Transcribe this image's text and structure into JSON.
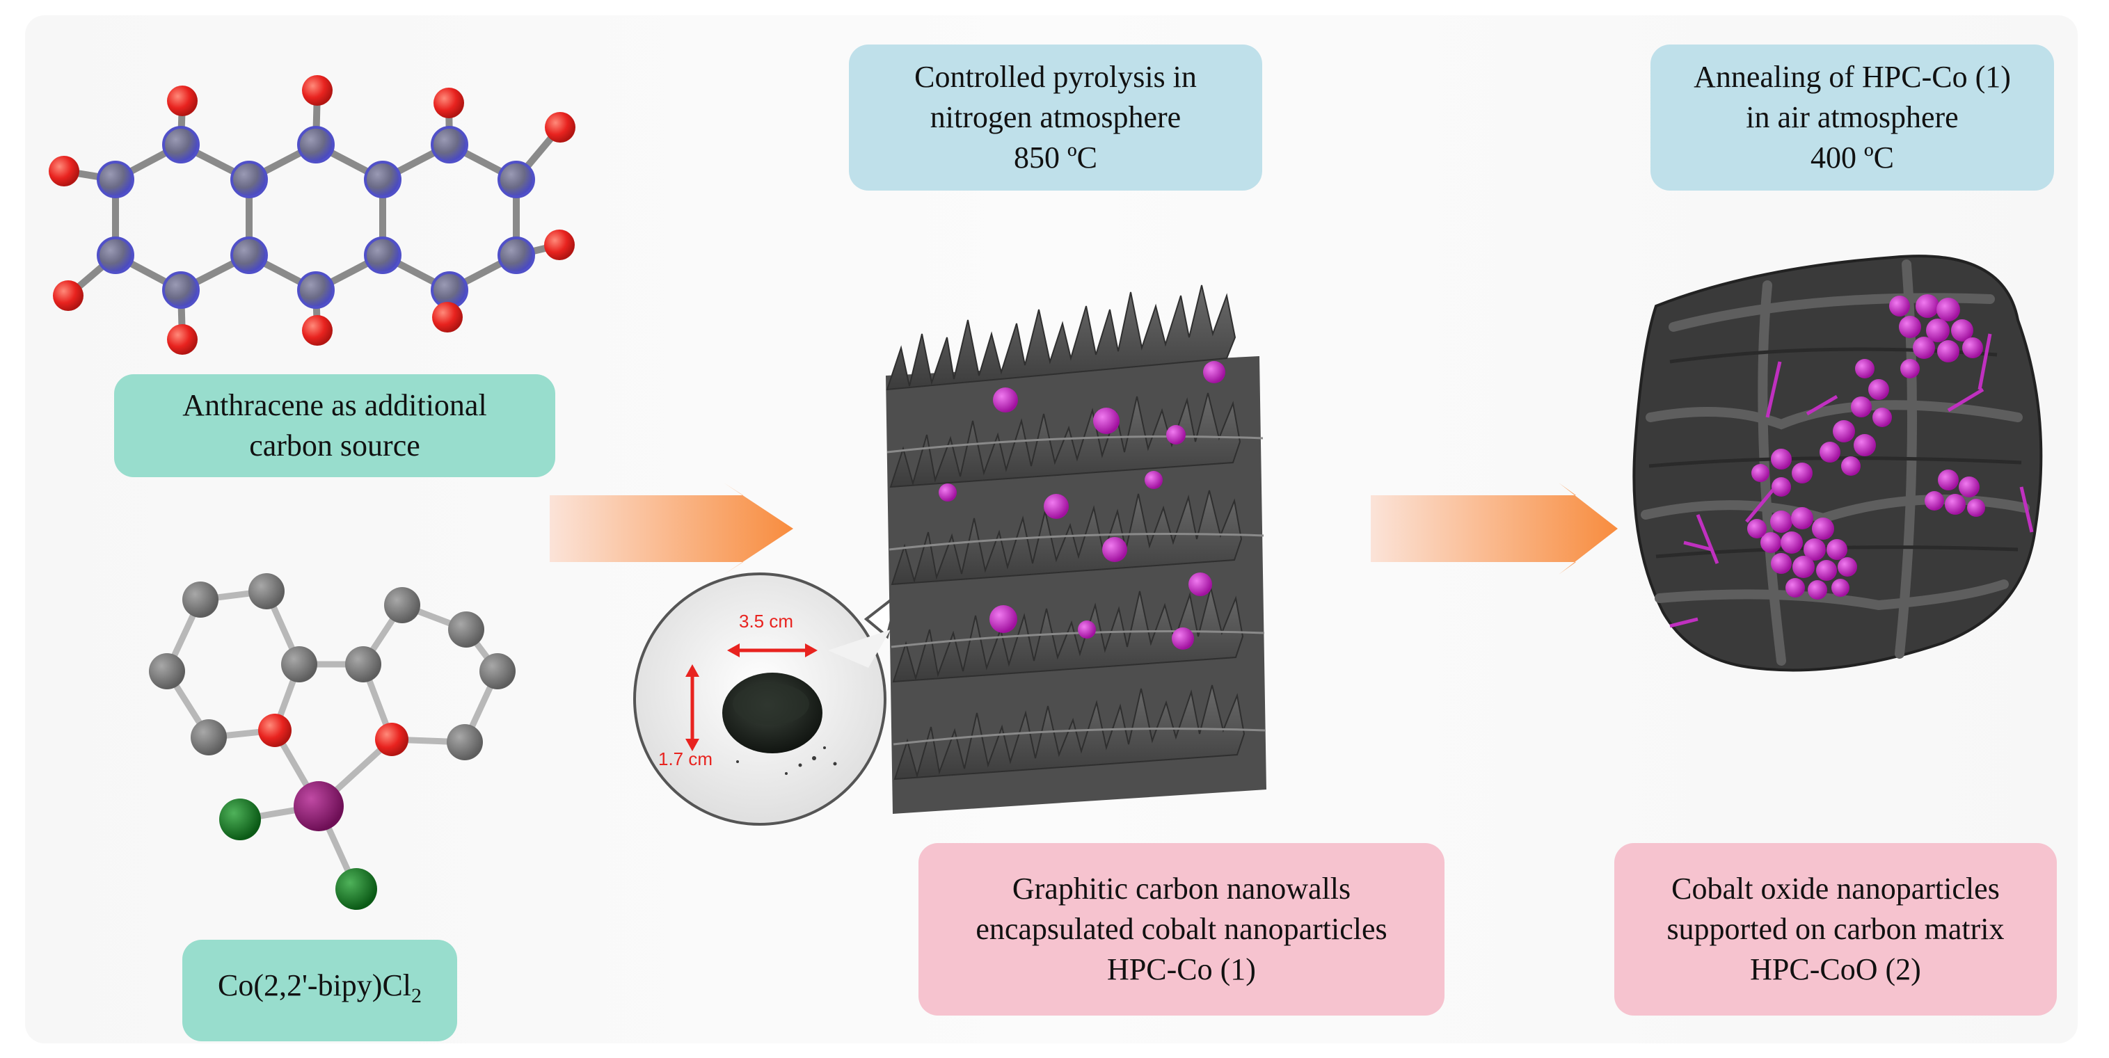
{
  "steps": {
    "pyrolysis": {
      "line1": "Controlled pyrolysis in",
      "line2": "nitrogen atmosphere",
      "temp": "850 ºC"
    },
    "annealing": {
      "line1": "Annealing of HPC-Co (1)",
      "line2": "in air atmosphere",
      "temp": "400 ºC"
    }
  },
  "precursors": {
    "anthracene": {
      "line1": "Anthracene as additional",
      "line2": "carbon source"
    },
    "complex": {
      "main": "Co(2,2'-bipy)Cl",
      "subscript": "2"
    }
  },
  "products": {
    "hpc_co": {
      "line1": "Graphitic carbon nanowalls",
      "line2": "encapsulated cobalt nanoparticles",
      "line3": "HPC-Co (1)"
    },
    "hpc_coo": {
      "line1": "Cobalt oxide nanoparticles",
      "line2": "supported on carbon matrix",
      "line3": "HPC-CoO (2)"
    }
  },
  "photo": {
    "width_label": "3.5 cm",
    "height_label": "1.7 cm"
  },
  "colors": {
    "step_box": "#bfe0ea",
    "precursor_box": "#98ddcd",
    "product_box": "#f6c3cf",
    "carbon_atom": "#6e6e8c",
    "oxygen_atom": "#e8231f",
    "grey_atom": "#7a7a7a",
    "cobalt_atom": "#8b1a6e",
    "chlorine_atom": "#127a1f",
    "nanoparticle": "#c020c0",
    "arrow": "#f7944e",
    "dimension": "#e8231f"
  }
}
